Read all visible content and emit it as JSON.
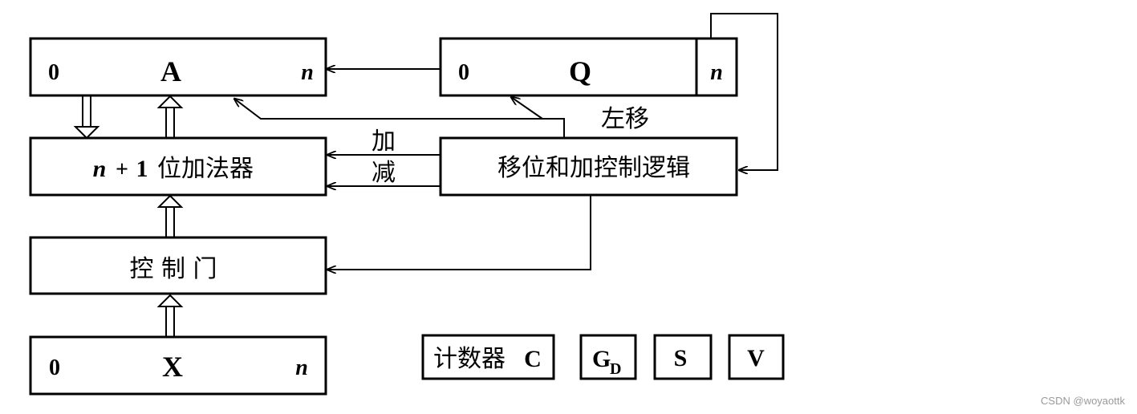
{
  "diagram": {
    "register_a": {
      "left_index": "0",
      "name": "A",
      "right_index": "n"
    },
    "register_q": {
      "left_index": "0",
      "name": "Q",
      "end_bit": "n"
    },
    "adder": {
      "prefix": "n",
      "plus": "+",
      "one": "1",
      "label": "位加法器"
    },
    "control_logic": {
      "label": "移位和加控制逻辑"
    },
    "control_gate": {
      "label": "控 制 门"
    },
    "register_x": {
      "left_index": "0",
      "name": "X",
      "right_index": "n"
    },
    "counter": {
      "label": "计数器",
      "letter": "C"
    },
    "gd": {
      "letter": "G",
      "subscript": "D"
    },
    "s_flag": {
      "label": "S"
    },
    "v_flag": {
      "label": "V"
    },
    "signal_labels": {
      "add": "加",
      "subtract": "减",
      "shift_left": "左移"
    }
  },
  "watermark": "CSDN @woyaottk",
  "colors": {
    "stroke": "#000000",
    "background": "#ffffff",
    "watermark": "#9a9a9a"
  }
}
